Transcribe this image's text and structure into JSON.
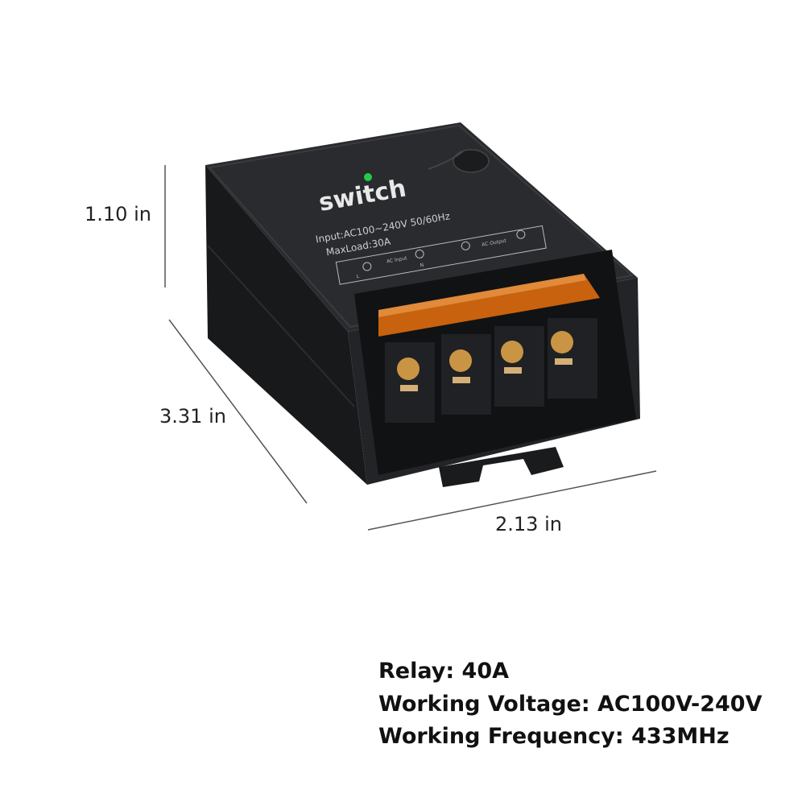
{
  "dimensions": {
    "height": "1.10 in",
    "length": "3.31 in",
    "width": "2.13 in"
  },
  "device": {
    "brand": "switch",
    "input_label": "Input:AC100~240V 50/60Hz",
    "maxload_label": "MaxLoad:30A",
    "terminal_labels": {
      "ac_input": "AC Input",
      "ac_output": "AC Output",
      "l": "L",
      "n": "N"
    },
    "led_color": "#22cc44",
    "body_color": "#1e1f21",
    "cover_color": "#c8620f"
  },
  "specs": [
    "Relay: 40A",
    "Working Voltage: AC100V-240V",
    "Working Frequency: 433MHz"
  ]
}
